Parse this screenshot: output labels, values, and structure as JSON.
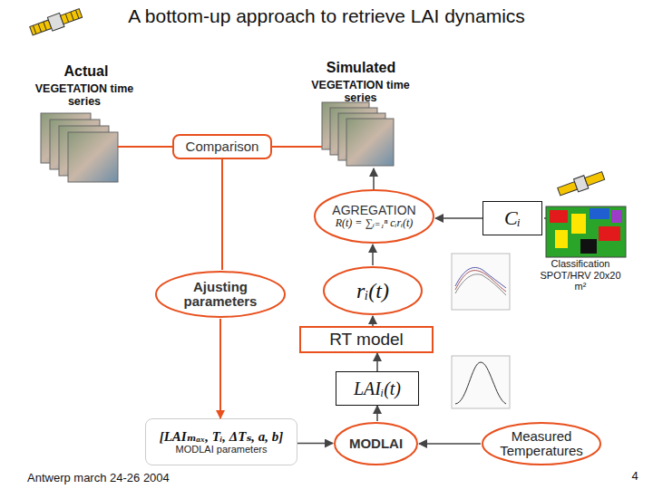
{
  "diagram": {
    "title": "A bottom-up approach to retrieve LAI dynamics",
    "nodes": [
      {
        "text": [
          "Comparison"
        ]
      },
      {
        "text": [
          "AGREGATION",
          "R(t) = ∑ᵢ₌₁ⁿ cᵢrᵢ(t)"
        ]
      },
      {
        "text": [
          "Cᵢ"
        ]
      },
      {
        "text": [
          "Ajusting parameters"
        ]
      },
      {
        "text": [
          "rᵢ(t)"
        ]
      },
      {
        "text": [
          "RT model"
        ]
      },
      {
        "text": [
          "LAIᵢ(t)"
        ]
      },
      {
        "text": [
          "[LAIₘₐₓ, Tᵢ, ΔTₛ, a, b]",
          "MODLAI parameters"
        ]
      },
      {
        "text": [
          "MODLAI"
        ]
      },
      {
        "text": [
          "Measured Temperatures"
        ]
      }
    ],
    "edges": [
      {
        "from": 0,
        "to": 3,
        "arrow": "none"
      },
      {
        "from": 3,
        "to": 7,
        "arrow": "to"
      },
      {
        "from": 7,
        "to": 8,
        "arrow": "to"
      },
      {
        "from": 8,
        "to": 6,
        "arrow": "to"
      },
      {
        "from": 9,
        "to": 8,
        "arrow": "to"
      },
      {
        "from": 6,
        "to": 5,
        "arrow": "to"
      },
      {
        "from": 5,
        "to": 4,
        "arrow": "to"
      },
      {
        "from": 4,
        "to": 1,
        "arrow": "to"
      },
      {
        "from": 2,
        "to": 1,
        "arrow": "to"
      }
    ],
    "labels": [
      "Actual",
      "VEGETATION time series",
      "Simulated",
      "VEGETATION time series",
      "Classification SPOT/HRV 20x20 m²",
      "Antwerp march 24-26 2004",
      "4"
    ]
  }
}
